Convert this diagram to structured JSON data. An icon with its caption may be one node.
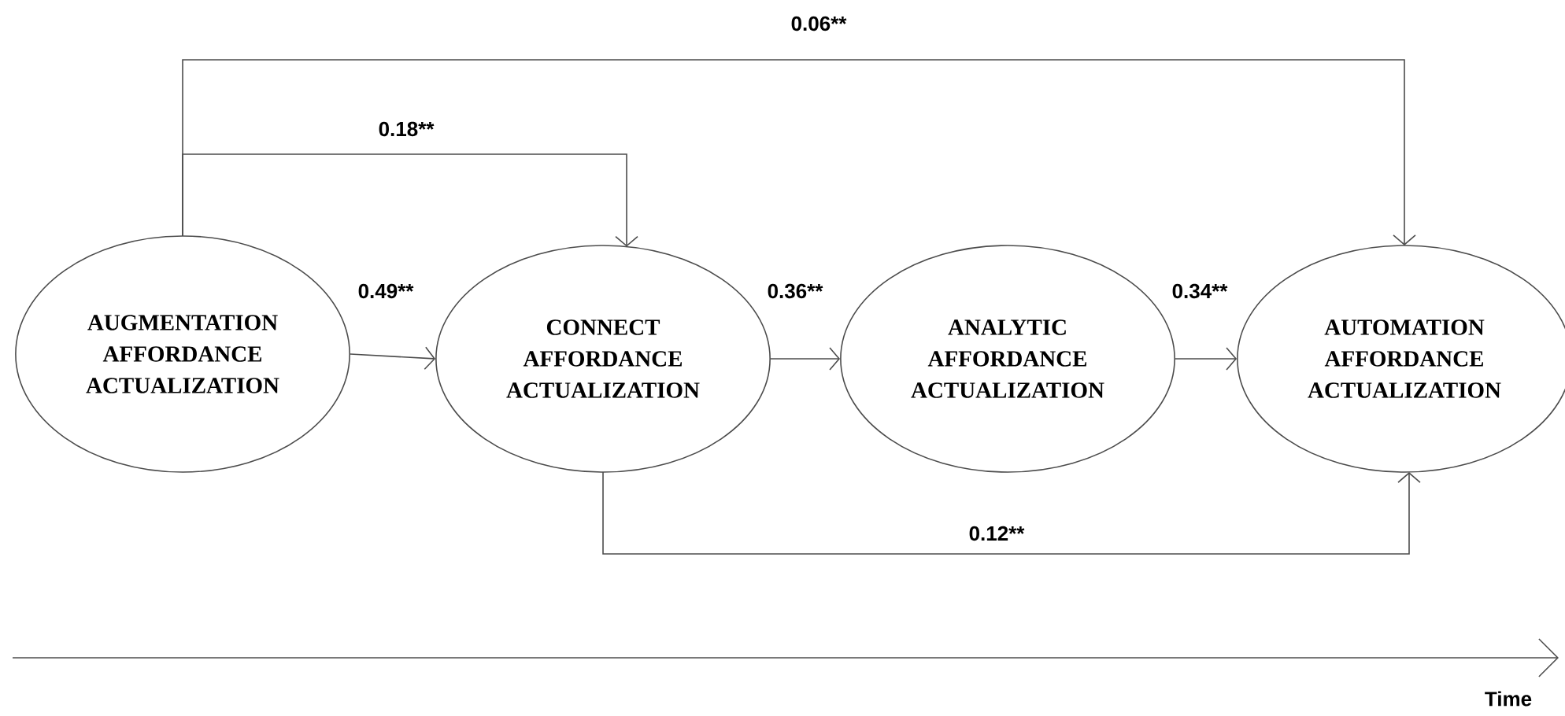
{
  "diagram": {
    "nodes": [
      {
        "text": [
          "AUGMENTATION AFFORDANCE ACTUALIZATION"
        ]
      },
      {
        "text": [
          "CONNECT AFFORDANCE ACTUALIZATION"
        ]
      },
      {
        "text": [
          "ANALYTIC AFFORDANCE ACTUALIZATION"
        ]
      },
      {
        "text": [
          "AUTOMATION AFFORDANCE ACTUALIZATION"
        ]
      }
    ],
    "edges": [
      {
        "from": 0,
        "to": 3,
        "arrow": "to",
        "label": "0.06**"
      },
      {
        "from": 0,
        "to": 1,
        "arrow": "to",
        "label": "0.18**"
      },
      {
        "from": 0,
        "to": 1,
        "arrow": "to",
        "label": "0.49**"
      },
      {
        "from": 1,
        "to": 2,
        "arrow": "to",
        "label": "0.36**"
      },
      {
        "from": 2,
        "to": 3,
        "arrow": "to",
        "label": "0.34**"
      },
      {
        "from": 1,
        "to": 3,
        "arrow": "to",
        "label": "0.12**"
      }
    ],
    "labels": [
      "Time"
    ]
  }
}
